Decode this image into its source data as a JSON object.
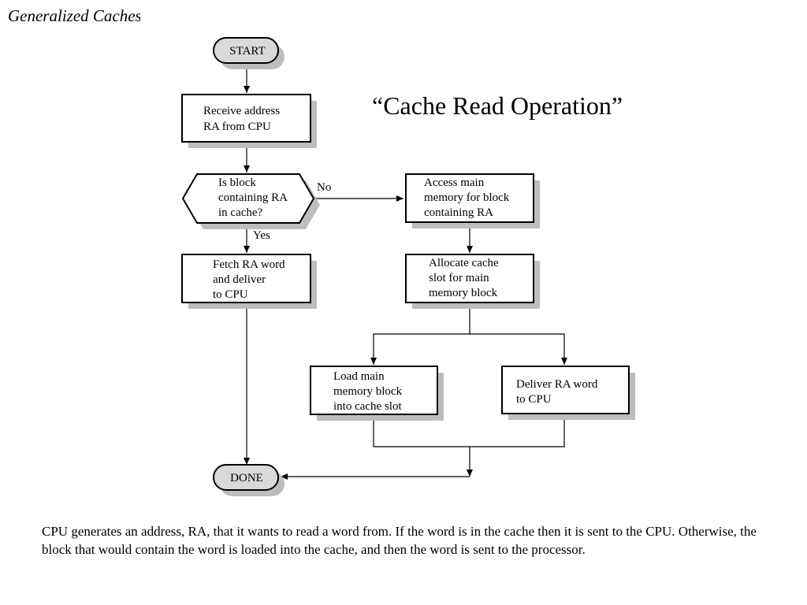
{
  "slide": {
    "header": "Generalized Caches",
    "title": "“Cache Read Operation”",
    "caption": "CPU generates an address, RA, that it wants to read a word from.  If the word is in the cache then it is sent to the CPU.  Otherwise, the block that would contain the word is loaded into the cache, and then the word is sent to the processor."
  },
  "flowchart": {
    "start": "START",
    "done": "DONE",
    "receive": [
      "Receive address",
      "RA from CPU"
    ],
    "decision": [
      "Is block",
      "containing RA",
      "in cache?"
    ],
    "no_label": "No",
    "yes_label": "Yes",
    "fetch": [
      "Fetch RA word",
      "and deliver",
      "to CPU"
    ],
    "access": [
      "Access main",
      "memory for block",
      "containing RA"
    ],
    "allocate": [
      "Allocate cache",
      "slot for main",
      "memory block"
    ],
    "load": [
      "Load main",
      "memory block",
      "into cache slot"
    ],
    "deliver": [
      "Deliver RA word",
      "to CPU"
    ]
  }
}
